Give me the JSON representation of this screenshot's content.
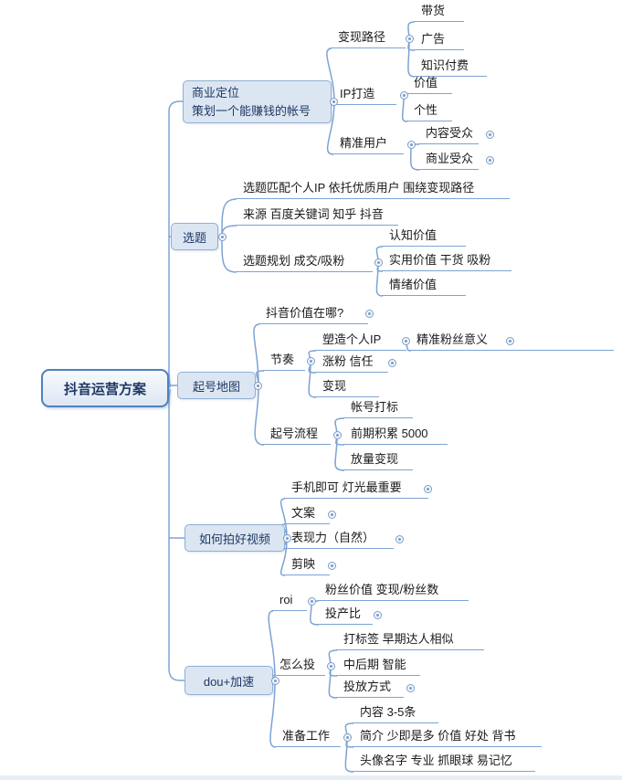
{
  "canvas": {
    "background": "#ffffff",
    "line_color": "#7da3d4",
    "box_fill": "#dce6f2",
    "box_border": "#8fb0d6",
    "root_border": "#4f81bd",
    "text_color": "#1f3864"
  },
  "icons": {
    "expand_collapse": "circle-dot-marker"
  },
  "root": {
    "label": "抖音运营方案"
  },
  "branches": [
    {
      "title_line1": "商业定位",
      "title_line2": "策划一个能赚钱的帐号",
      "children": [
        {
          "label": "变现路径",
          "children": [
            {
              "label": "带货"
            },
            {
              "label": "广告"
            },
            {
              "label": "知识付费"
            }
          ]
        },
        {
          "label": "IP打造",
          "children": [
            {
              "label": "价值"
            },
            {
              "label": "个性"
            }
          ]
        },
        {
          "label": "精准用户",
          "children": [
            {
              "label": "内容受众"
            },
            {
              "label": "商业受众"
            }
          ]
        }
      ]
    },
    {
      "label": "选题",
      "children": [
        {
          "label": "选题匹配个人IP 依托优质用户 围绕变现路径"
        },
        {
          "label": "来源 百度关键词 知乎 抖音"
        },
        {
          "label": "选题规划 成交/吸粉",
          "children": [
            {
              "label": "认知价值"
            },
            {
              "label": "实用价值 干货 吸粉"
            },
            {
              "label": "情绪价值"
            }
          ]
        }
      ]
    },
    {
      "label": "起号地图",
      "children": [
        {
          "label": "抖音价值在哪?"
        },
        {
          "label": "节奏",
          "children": [
            {
              "label": "塑造个人IP",
              "children": [
                {
                  "label": "精准粉丝意义"
                }
              ]
            },
            {
              "label": "涨粉 信任"
            },
            {
              "label": "变现"
            }
          ]
        },
        {
          "label": "起号流程",
          "children": [
            {
              "label": "帐号打标"
            },
            {
              "label": "前期积累 5000"
            },
            {
              "label": "放量变现"
            }
          ]
        }
      ]
    },
    {
      "label": "如何拍好视频",
      "children": [
        {
          "label": "手机即可 灯光最重要"
        },
        {
          "label": "文案"
        },
        {
          "label": "表现力（自然）"
        },
        {
          "label": "剪映"
        }
      ]
    },
    {
      "label": "dou+加速",
      "children": [
        {
          "label": "roi",
          "children": [
            {
              "label": "粉丝价值 变现/粉丝数"
            },
            {
              "label": "投产比"
            }
          ]
        },
        {
          "label": "怎么投",
          "children": [
            {
              "label": "打标签 早期达人相似"
            },
            {
              "label": "中后期 智能"
            },
            {
              "label": "投放方式"
            }
          ]
        },
        {
          "label": "准备工作",
          "children": [
            {
              "label": "内容 3-5条"
            },
            {
              "label": "简介 少即是多 价值 好处 背书"
            },
            {
              "label": "头像名字 专业 抓眼球 易记忆"
            }
          ]
        }
      ]
    }
  ]
}
